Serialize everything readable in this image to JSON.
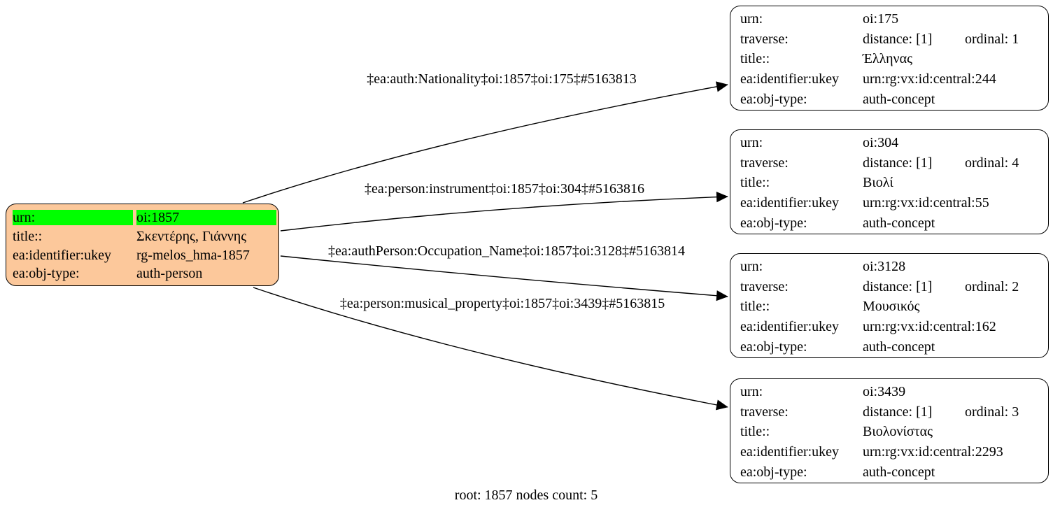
{
  "colors": {
    "root_fill": "#FCC89B",
    "highlight": "#00FF00",
    "edge": "#000000"
  },
  "caption": "root: 1857 nodes count: 5",
  "field_labels": {
    "urn": "urn:",
    "traverse": "traverse:",
    "title": "title::",
    "identifier": "ea:identifier:ukey",
    "obj_type": "ea:obj-type:"
  },
  "root": {
    "urn": "oi:1857",
    "title": "Σκεντέρης, Γιάννης",
    "identifier": "rg-melos_hma-1857",
    "obj_type": "auth-person"
  },
  "nodes": [
    {
      "urn": "oi:175",
      "distance": "distance: [1]",
      "ordinal": "ordinal: 1",
      "title": "Έλληνας",
      "identifier": "urn:rg:vx:id:central:244",
      "obj_type": "auth-concept"
    },
    {
      "urn": "oi:304",
      "distance": "distance: [1]",
      "ordinal": "ordinal: 4",
      "title": "Βιολί",
      "identifier": "urn:rg:vx:id:central:55",
      "obj_type": "auth-concept"
    },
    {
      "urn": "oi:3128",
      "distance": "distance: [1]",
      "ordinal": "ordinal: 2",
      "title": "Μουσικός",
      "identifier": "urn:rg:vx:id:central:162",
      "obj_type": "auth-concept"
    },
    {
      "urn": "oi:3439",
      "distance": "distance: [1]",
      "ordinal": "ordinal: 3",
      "title": "Βιολονίστας",
      "identifier": "urn:rg:vx:id:central:2293",
      "obj_type": "auth-concept"
    }
  ],
  "edges": [
    {
      "label": "‡ea:auth:Nationality‡oi:1857‡oi:175‡#5163813"
    },
    {
      "label": "‡ea:person:instrument‡oi:1857‡oi:304‡#5163816"
    },
    {
      "label": "‡ea:authPerson:Occupation_Name‡oi:1857‡oi:3128‡#5163814"
    },
    {
      "label": "‡ea:person:musical_property‡oi:1857‡oi:3439‡#5163815"
    }
  ]
}
